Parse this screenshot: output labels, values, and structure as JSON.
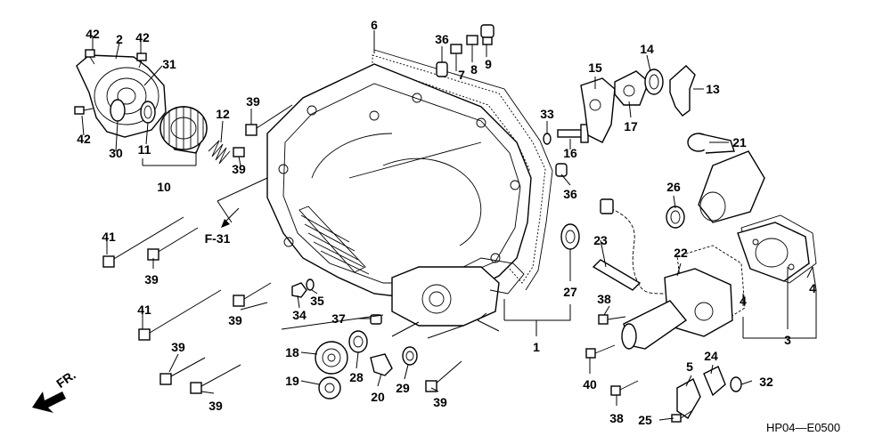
{
  "diagram": {
    "code": "HP04—E0500",
    "section_ref": "F-31",
    "direction_label": "FR."
  },
  "callouts": [
    {
      "id": "c1",
      "text": "1"
    },
    {
      "id": "c2",
      "text": "2"
    },
    {
      "id": "c3",
      "text": "3"
    },
    {
      "id": "c4a",
      "text": "4"
    },
    {
      "id": "c4b",
      "text": "4"
    },
    {
      "id": "c5",
      "text": "5"
    },
    {
      "id": "c6",
      "text": "6"
    },
    {
      "id": "c7",
      "text": "7"
    },
    {
      "id": "c8",
      "text": "8"
    },
    {
      "id": "c9",
      "text": "9"
    },
    {
      "id": "c10",
      "text": "10"
    },
    {
      "id": "c11",
      "text": "11"
    },
    {
      "id": "c12",
      "text": "12"
    },
    {
      "id": "c13",
      "text": "13"
    },
    {
      "id": "c14",
      "text": "14"
    },
    {
      "id": "c15",
      "text": "15"
    },
    {
      "id": "c16",
      "text": "16"
    },
    {
      "id": "c17",
      "text": "17"
    },
    {
      "id": "c18",
      "text": "18"
    },
    {
      "id": "c19",
      "text": "19"
    },
    {
      "id": "c20",
      "text": "20"
    },
    {
      "id": "c21",
      "text": "21"
    },
    {
      "id": "c22",
      "text": "22"
    },
    {
      "id": "c23",
      "text": "23"
    },
    {
      "id": "c24",
      "text": "24"
    },
    {
      "id": "c25",
      "text": "25"
    },
    {
      "id": "c26",
      "text": "26"
    },
    {
      "id": "c27",
      "text": "27"
    },
    {
      "id": "c28",
      "text": "28"
    },
    {
      "id": "c29",
      "text": "29"
    },
    {
      "id": "c30",
      "text": "30"
    },
    {
      "id": "c31",
      "text": "31"
    },
    {
      "id": "c32",
      "text": "32"
    },
    {
      "id": "c33",
      "text": "33"
    },
    {
      "id": "c34",
      "text": "34"
    },
    {
      "id": "c35",
      "text": "35"
    },
    {
      "id": "c36a",
      "text": "36"
    },
    {
      "id": "c36b",
      "text": "36"
    },
    {
      "id": "c37",
      "text": "37"
    },
    {
      "id": "c38a",
      "text": "38"
    },
    {
      "id": "c38b",
      "text": "38"
    },
    {
      "id": "c39a",
      "text": "39"
    },
    {
      "id": "c39b",
      "text": "39"
    },
    {
      "id": "c39c",
      "text": "39"
    },
    {
      "id": "c39d",
      "text": "39"
    },
    {
      "id": "c39e",
      "text": "39"
    },
    {
      "id": "c39f",
      "text": "39"
    },
    {
      "id": "c39g",
      "text": "39"
    },
    {
      "id": "c40",
      "text": "40"
    },
    {
      "id": "c41a",
      "text": "41"
    },
    {
      "id": "c41b",
      "text": "41"
    },
    {
      "id": "c42a",
      "text": "42"
    },
    {
      "id": "c42b",
      "text": "42"
    },
    {
      "id": "c42c",
      "text": "42"
    }
  ]
}
